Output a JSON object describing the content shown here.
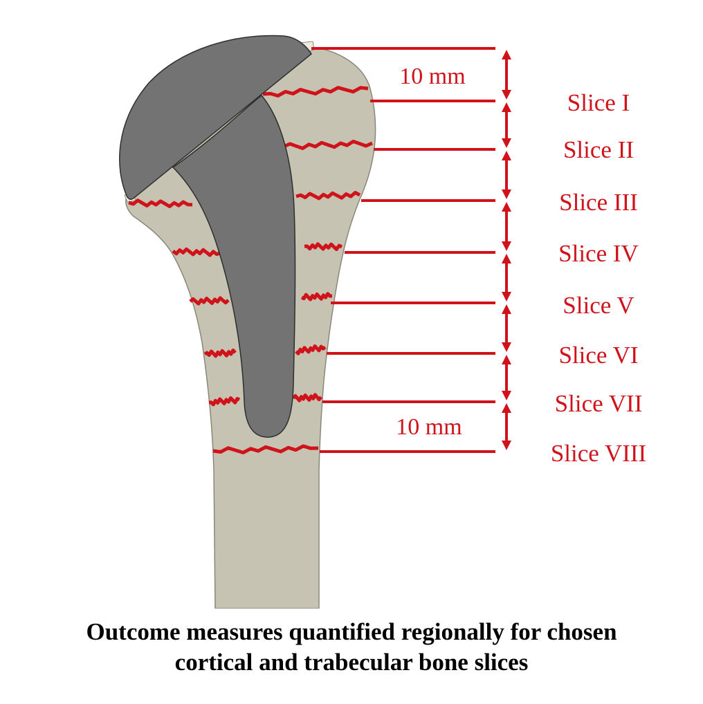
{
  "colors": {
    "bone": "#c6c3b2",
    "bone_outline": "#8a877a",
    "implant": "#737373",
    "implant_outline": "#2e2e2e",
    "cartilage": "#ecebdc",
    "annotation": "#d0121b",
    "caption_text": "#000000"
  },
  "dimensions": {
    "top": "10 mm",
    "bottom": "10 mm"
  },
  "slices": [
    {
      "label": "Slice I"
    },
    {
      "label": "Slice II"
    },
    {
      "label": "Slice III"
    },
    {
      "label": "Slice IV"
    },
    {
      "label": "Slice V"
    },
    {
      "label": "Slice VI"
    },
    {
      "label": "Slice VII"
    },
    {
      "label": "Slice VIII"
    }
  ],
  "caption": {
    "line1": "Outcome measures quantified regionally for chosen",
    "line2": "cortical and trabecular bone slices"
  }
}
